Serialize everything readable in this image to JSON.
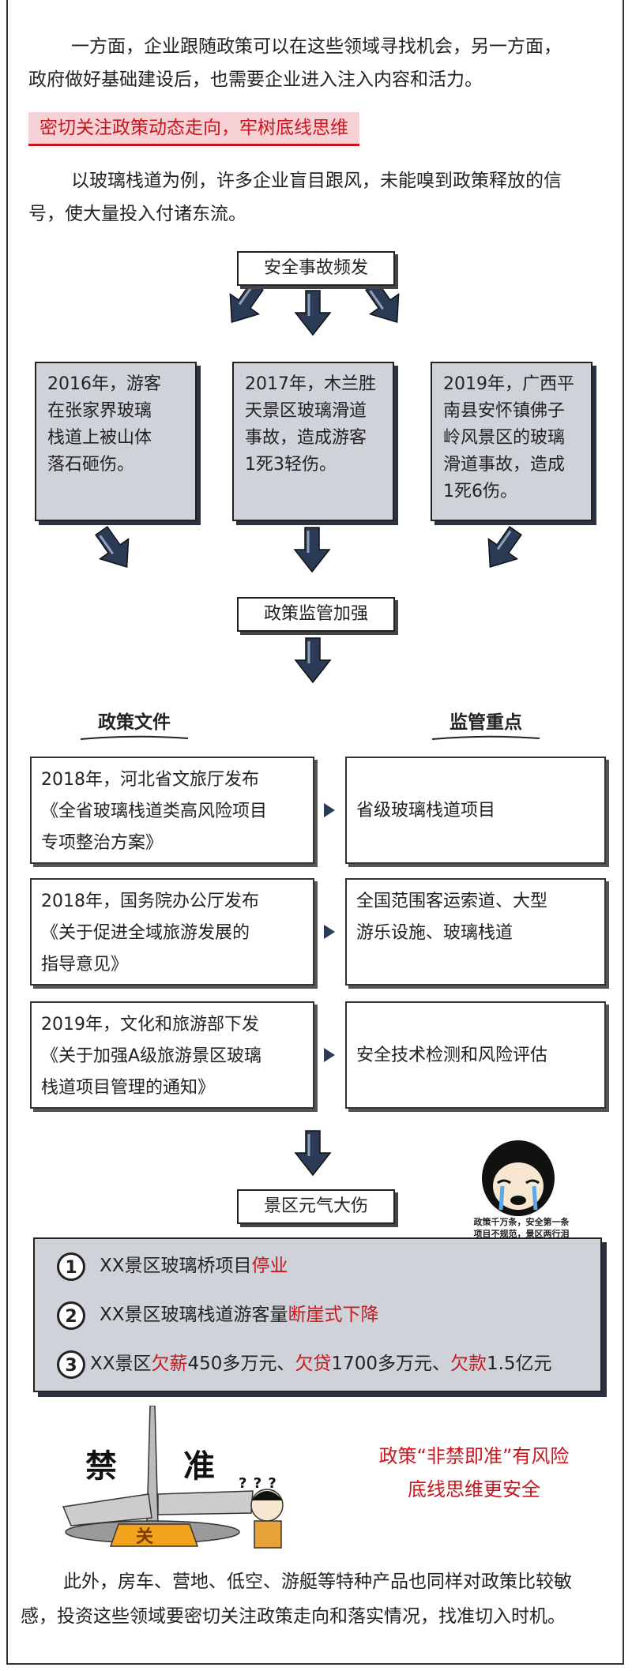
{
  "intro": {
    "line1": "一方面，企业跟随政策可以在这些领域寻找机会，另一方面，",
    "line2": "政府做好基础建设后，也需要企业进入注入内容和活力。"
  },
  "section_tag": "密切关注政策动态走向，牢树底线思维",
  "example": {
    "line1": "以玻璃栈道为例，许多企业盲目跟风，未能嗅到政策释放的信",
    "line2": "号，使大量投入付诸东流。"
  },
  "diagram": {
    "top_label": "安全事故频发",
    "accidents": [
      {
        "lines": [
          "2016年，游客",
          "在张家界玻璃",
          "栈道上被山体",
          "落石砸伤。"
        ]
      },
      {
        "lines": [
          "2017年，木兰胜",
          "天景区玻璃滑道",
          "事故，造成游客",
          "1死3轻伤。"
        ]
      },
      {
        "lines": [
          "2019年，广西平",
          "南县安怀镇佛子",
          "岭风景区的玻璃",
          "滑道事故，造成",
          "1死6伤。"
        ]
      }
    ],
    "mid_label": "政策监管加强",
    "col_left_title": "政策文件",
    "col_right_title": "监管重点",
    "policies": [
      {
        "lines": [
          "2018年，河北省文旅厅发布",
          "《全省玻璃栈道类高风险项目",
          "专项整治方案》"
        ],
        "focus": [
          "省级玻璃栈道项目"
        ]
      },
      {
        "lines": [
          "2018年，国务院办公厅发布",
          "《关于促进全域旅游发展的",
          "指导意见》"
        ],
        "focus": [
          "全国范围客运索道、大型",
          "游乐设施、玻璃栈道"
        ]
      },
      {
        "lines": [
          "2019年，文化和旅游部下发",
          "《关于加强A级旅游景区玻璃",
          "栈道项目管理的通知》"
        ],
        "focus": [
          "安全技术检测和风险评估"
        ]
      }
    ],
    "bottom_label": "景区元气大伤",
    "meme_caption_1": "政策千万条，安全第一条",
    "meme_caption_2": "项目不规范，景区两行泪",
    "impacts": [
      {
        "num": "1",
        "text": "XX景区玻璃桥项目",
        "red": "停业"
      },
      {
        "num": "2",
        "text": "XX景区玻璃栈道游客量",
        "red": "断崖式下降"
      },
      {
        "num": "3",
        "parts": [
          "XX景区",
          "欠薪",
          "450多万元、",
          "欠贷",
          "1700多万元、",
          "欠款",
          "1.5亿元"
        ]
      }
    ],
    "sign_left": "禁",
    "sign_right": "准",
    "sign_bottom": "关",
    "question_marks": "? ? ?",
    "slogan_line1": "政策“非禁即准”有风险",
    "slogan_line2": "底线思维更安全"
  },
  "outro": {
    "line1": "此外，房车、营地、低空、游艇等特种产品也同样对政策比较敏",
    "line2": "感，投资这些领域要密切关注政策走向和落实情况，找准切入时机。"
  },
  "colors": {
    "accent_red": "#c8161d",
    "tag_bg": "#f6d2d6",
    "box_gray": "#cfd3d9",
    "arrow_navy": "#2b3a55"
  }
}
